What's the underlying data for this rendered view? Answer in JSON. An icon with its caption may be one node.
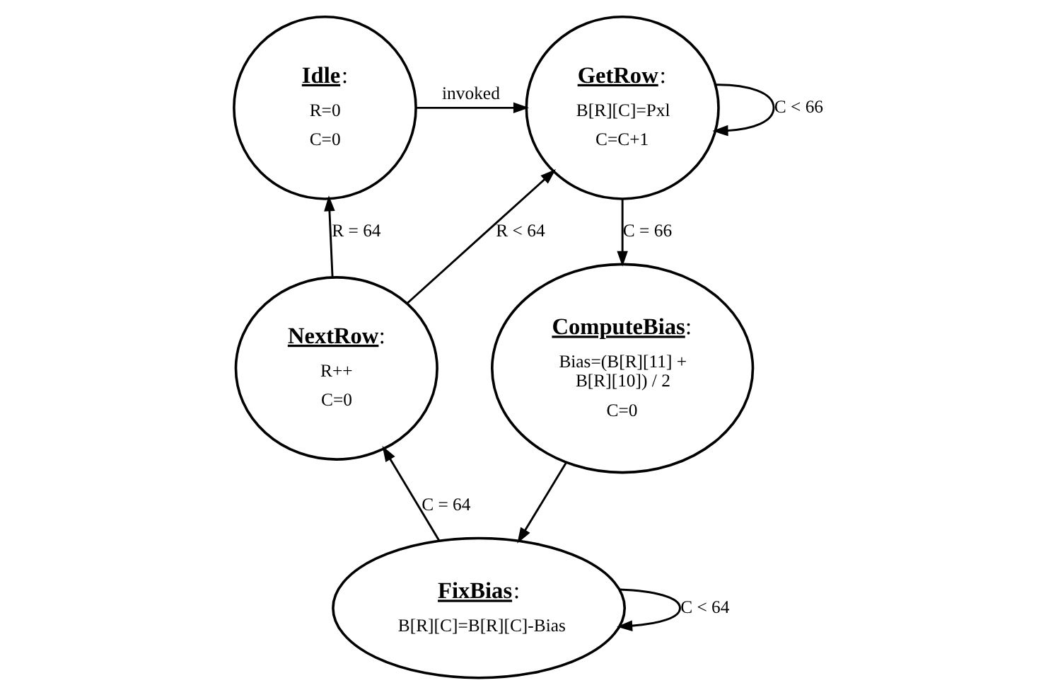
{
  "diagram": {
    "nodes": [
      {
        "text": [
          "**Idle**:",
          "R=0",
          "C=0"
        ]
      },
      {
        "text": [
          "**GetRow**:",
          "B[R][C]=Pxl",
          "C=C+1"
        ]
      },
      {
        "text": [
          "**NextRow**:",
          "R++",
          "C=0"
        ]
      },
      {
        "text": [
          "**ComputeBias**:",
          "Bias=(B[R][11] + B[R][10]) / 2",
          "C=0"
        ]
      },
      {
        "text": [
          "**FixBias**:",
          "B[R][C]=B[R][C]-Bias"
        ]
      }
    ],
    "edges": [
      {
        "from": 0,
        "to": 1,
        "arrow": "to",
        "label": "invoked"
      },
      {
        "from": 1,
        "to": 1,
        "arrow": "to",
        "label": "C < 66"
      },
      {
        "from": 2,
        "to": 0,
        "arrow": "to",
        "label": "R = 64"
      },
      {
        "from": 1,
        "to": 3,
        "arrow": "to",
        "label": "C = 66"
      },
      {
        "from": 2,
        "to": 1,
        "arrow": "to",
        "label": "R < 64"
      },
      {
        "from": 4,
        "to": 4,
        "arrow": "to",
        "label": "C < 64"
      },
      {
        "from": 3,
        "to": 4,
        "arrow": "to"
      },
      {
        "from": 4,
        "to": 2,
        "arrow": "to",
        "label": "C = 64"
      }
    ]
  }
}
